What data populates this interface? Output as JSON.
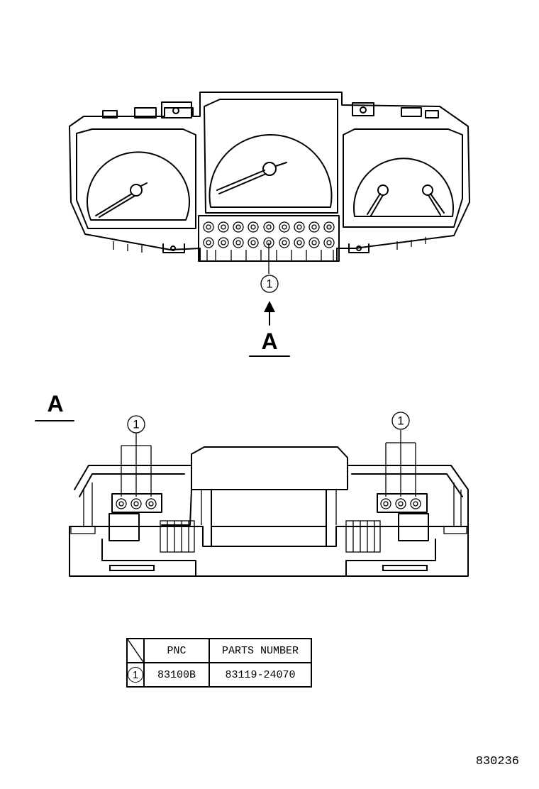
{
  "callouts": {
    "top": "1",
    "view_left": "1",
    "view_right": "1"
  },
  "view": {
    "arrow_letter": "A",
    "section_letter": "A"
  },
  "table": {
    "header_pnc": "PNC",
    "header_parts_number": "PARTS NUMBER",
    "rows": [
      {
        "ref": "1",
        "pnc": "83100B",
        "parts_number": "83119-24070"
      }
    ]
  },
  "diagram_code": "830236"
}
